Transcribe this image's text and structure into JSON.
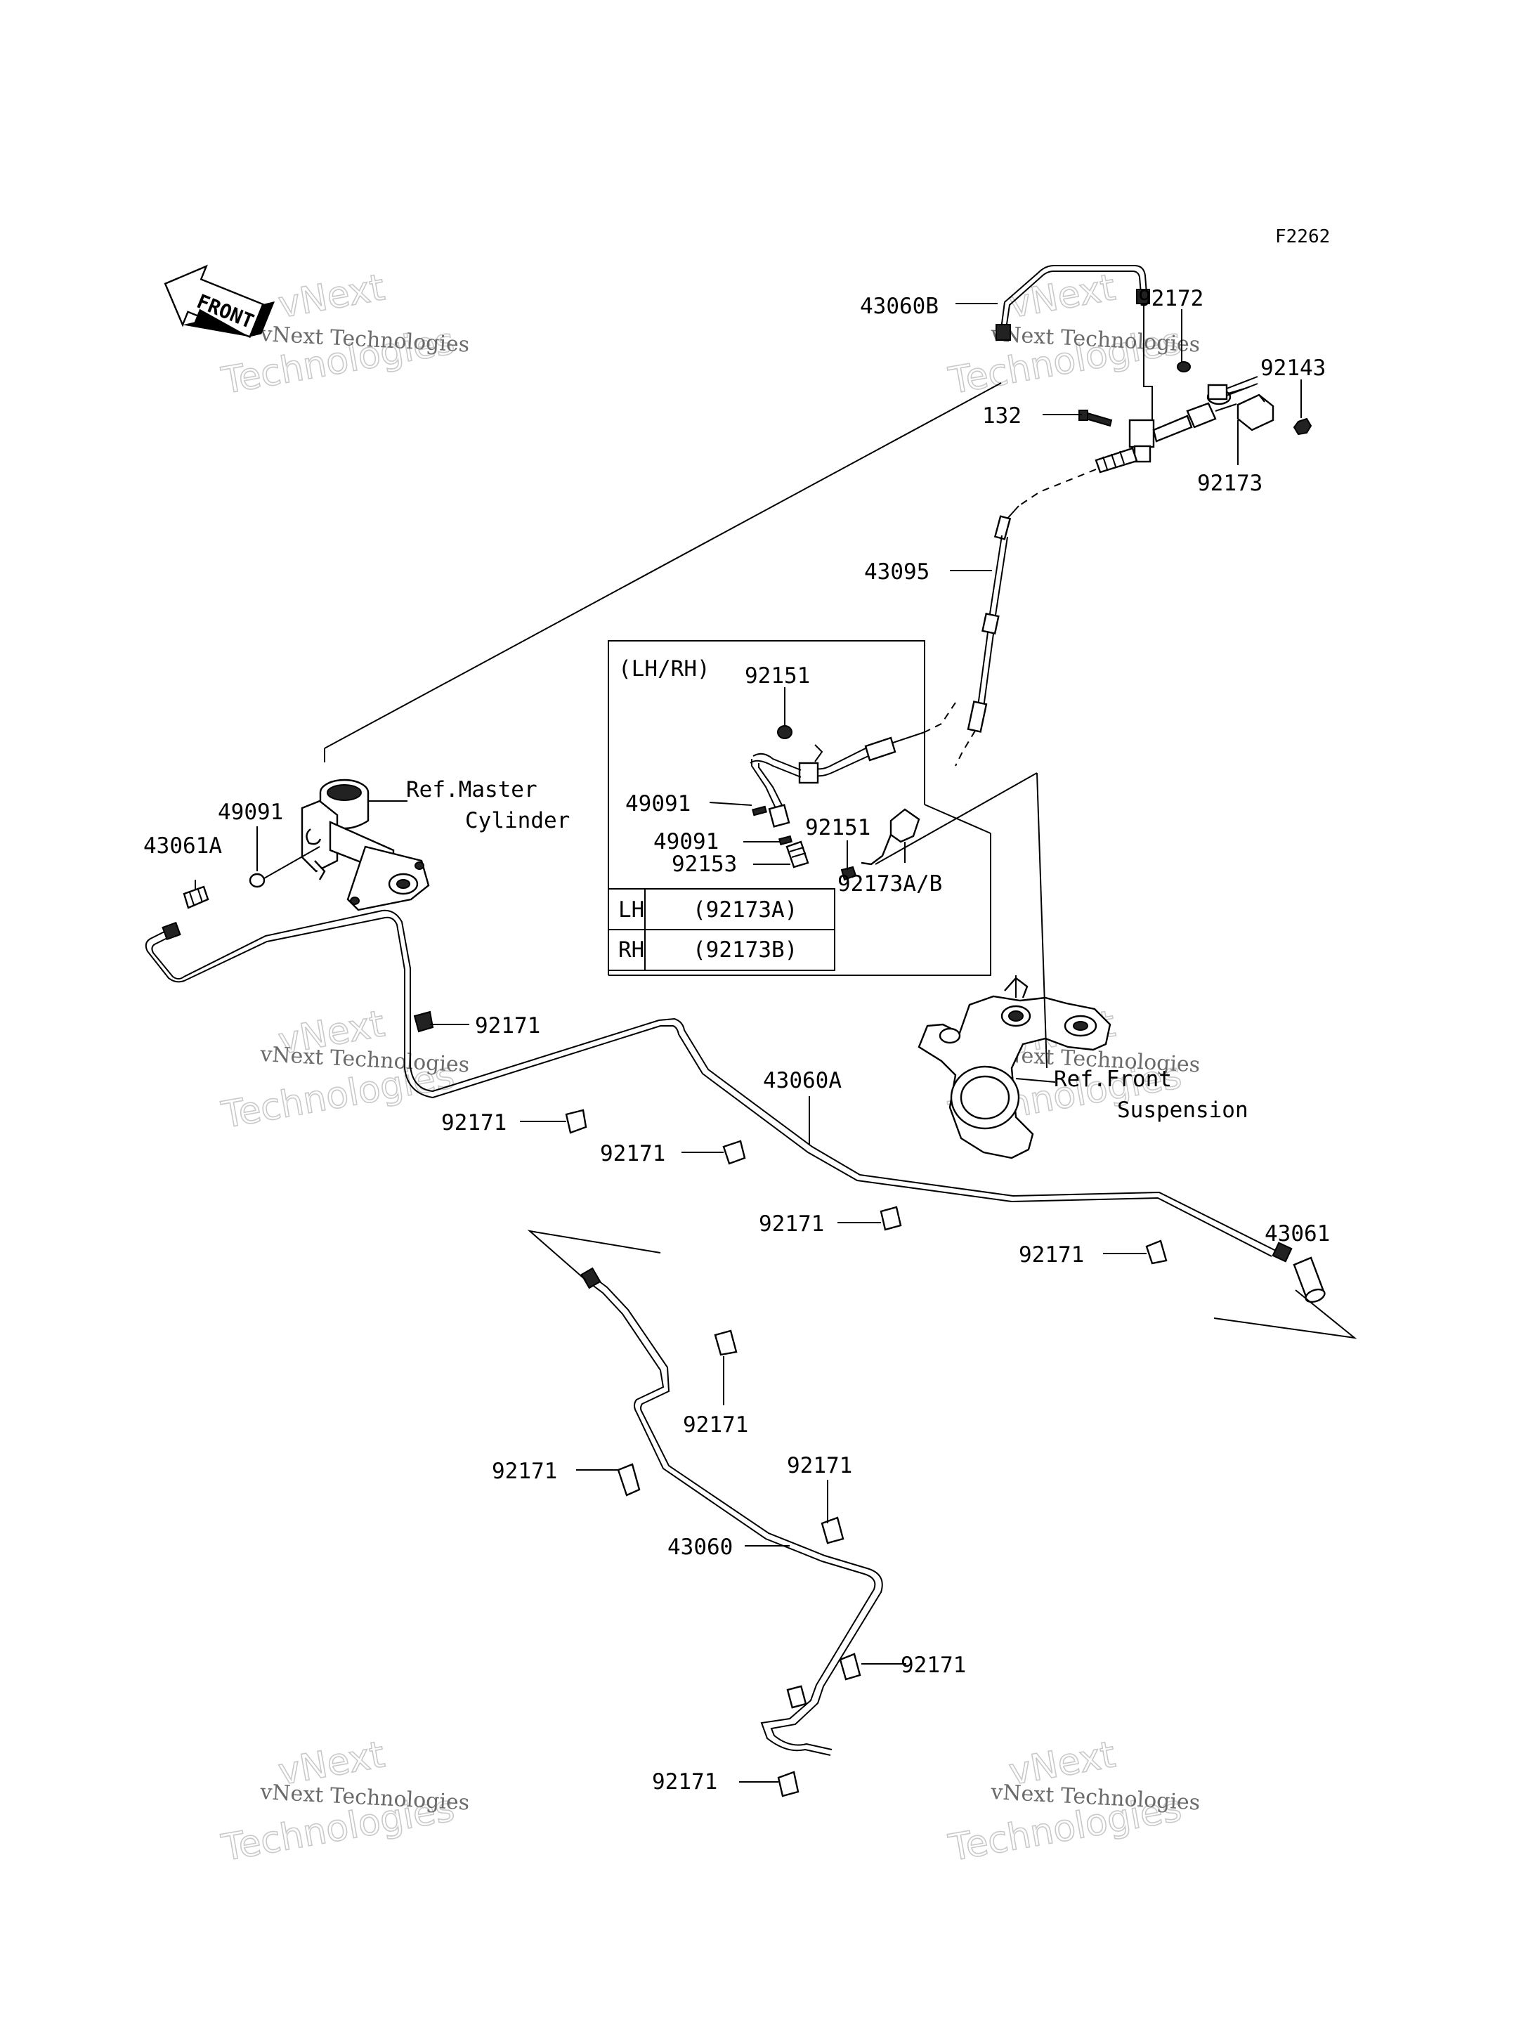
{
  "figure_code": "F2262",
  "front_label": "FRONT",
  "watermark": {
    "small": "vNext Technologies",
    "big_top": "vNext",
    "big_bottom": "Technologies"
  },
  "inset": {
    "title": "(LH/RH)",
    "table": [
      {
        "side": "LH",
        "part": "(92173A)"
      },
      {
        "side": "RH",
        "part": "(92173B)"
      }
    ]
  },
  "references": {
    "master_line1": "Ref.Master",
    "master_line2": "Cylinder",
    "suspension_line1": "Ref.Front",
    "suspension_line2": "Suspension"
  },
  "callouts": [
    "43060B",
    "92172",
    "92143",
    "132",
    "92173",
    "43095",
    "92151",
    "49091",
    "49091",
    "92153",
    "92151",
    "92173A/B",
    "49091",
    "43061A",
    "92171",
    "92171",
    "43060A",
    "92171",
    "92171",
    "92171",
    "43061",
    "92171",
    "92171",
    "92171",
    "43060",
    "92171",
    "92171"
  ]
}
